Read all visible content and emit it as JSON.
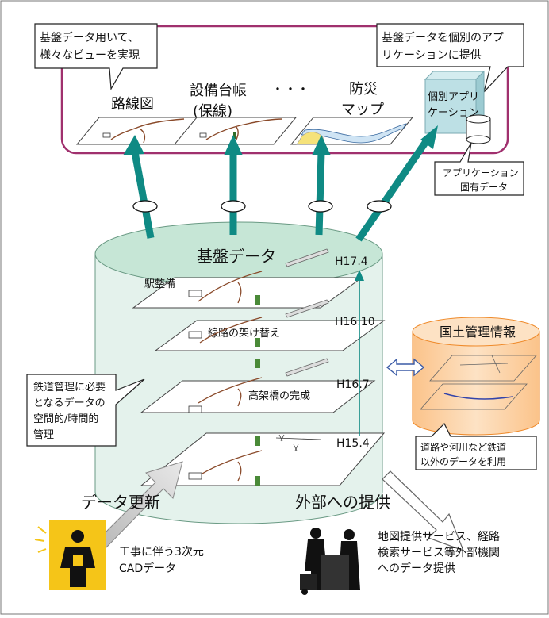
{
  "callouts": {
    "views_line1": "基盤データ用いて、",
    "views_line2": "様々なビューを実現",
    "individual_line1": "基盤データを個別のアプ",
    "individual_line2": "リケーションに提供",
    "app_data_line1": "アプリケーション",
    "app_data_line2": "固有データ",
    "railway_line1": "鉄道管理に必要",
    "railway_line2": "となるデータの",
    "railway_line3": "空間的/時間的",
    "railway_line4": "管理",
    "other_data_line1": "道路や河川など鉄道",
    "other_data_line2": "以外のデータを利用"
  },
  "views": {
    "route_map": "路線図",
    "equipment_line1": "設備台帳",
    "equipment_line2": "(保線)",
    "ellipsis": "・・・",
    "disaster_line1": "防災",
    "disaster_line2": "マップ",
    "individual_app_line1": "個別アプリ",
    "individual_app_line2": "ケーション"
  },
  "base": {
    "title": "基盤データ",
    "layers": [
      {
        "date": "H17.4",
        "label": "駅整備"
      },
      {
        "date": "H16.10",
        "label": "線路の架け替え"
      },
      {
        "date": "H16.7",
        "label": "高架橋の完成"
      },
      {
        "date": "H15.4",
        "label": ""
      }
    ]
  },
  "land_info": {
    "title": "国土管理情報"
  },
  "bottom": {
    "data_update": "データ更新",
    "external_provision": "外部への提供",
    "cad_line1": "工事に伴う3次元",
    "cad_line2": "CADデータ",
    "service_line1": "地図提供サービス、経路",
    "service_line2": "検索サービス等外部機関",
    "service_line3": "へのデータ提供"
  },
  "colors": {
    "view_frame": "#a0306e",
    "teal_arrow": "#0f8a84",
    "cylinder_fill": "#e4f2ec",
    "cylinder_top": "#c6e6d6",
    "land_fill": "#fdd3a8",
    "land_stroke": "#ef8a2a"
  }
}
